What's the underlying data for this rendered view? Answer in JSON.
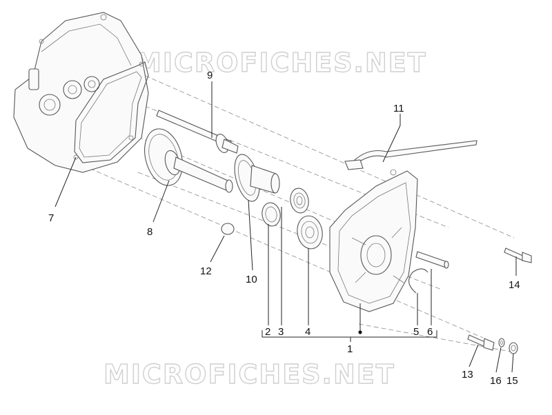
{
  "watermark": {
    "top": "MICROFICHES.NET",
    "bottom": "MICROFICHES.NET"
  },
  "callouts": {
    "c1": "1",
    "c2": "2",
    "c3": "3",
    "c4": "4",
    "c5": "5",
    "c6": "6",
    "c7": "7",
    "c8": "8",
    "c9": "9",
    "c10": "10",
    "c11": "11",
    "c12": "12",
    "c13": "13",
    "c14": "14",
    "c15": "15",
    "c16": "16"
  },
  "colors": {
    "line": "#555555",
    "watermark": "#cfcfcf",
    "text": "#111111"
  }
}
